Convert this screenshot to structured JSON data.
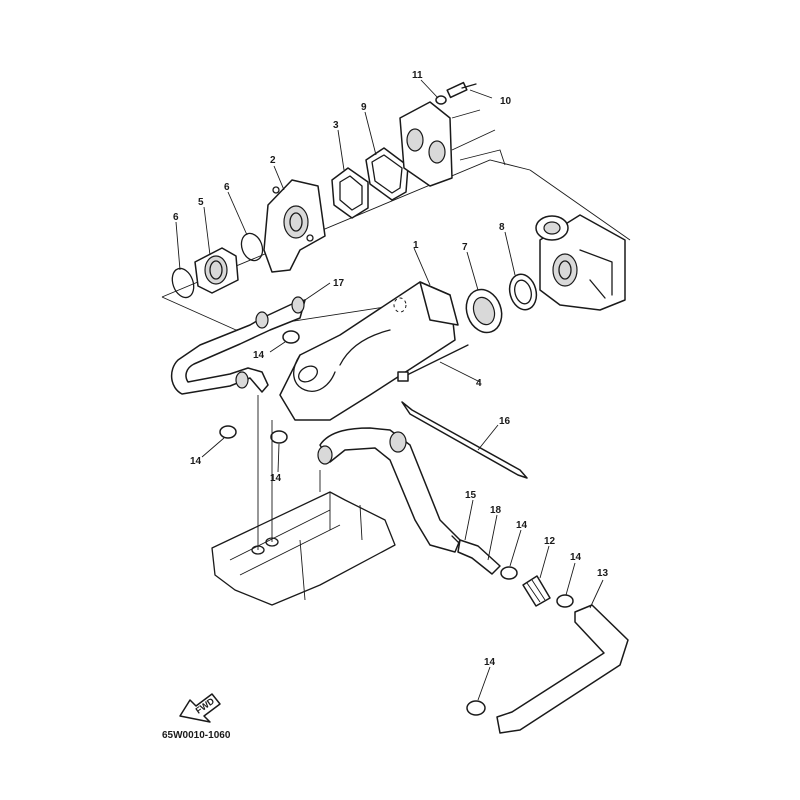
{
  "diagram": {
    "part_code": "65W0010-1060",
    "fwd_label": "FWD",
    "callouts": {
      "c1": "1",
      "c2": "2",
      "c3": "3",
      "c4": "4",
      "c5": "5",
      "c6a": "6",
      "c6b": "6",
      "c7": "7",
      "c8": "8",
      "c9": "9",
      "c10": "10",
      "c11": "11",
      "c12": "12",
      "c13": "13",
      "c14a": "14",
      "c14b": "14",
      "c14c": "14",
      "c14d": "14",
      "c14e": "14",
      "c14f": "14",
      "c15": "15",
      "c16": "16",
      "c17": "17",
      "c18": "18"
    }
  }
}
